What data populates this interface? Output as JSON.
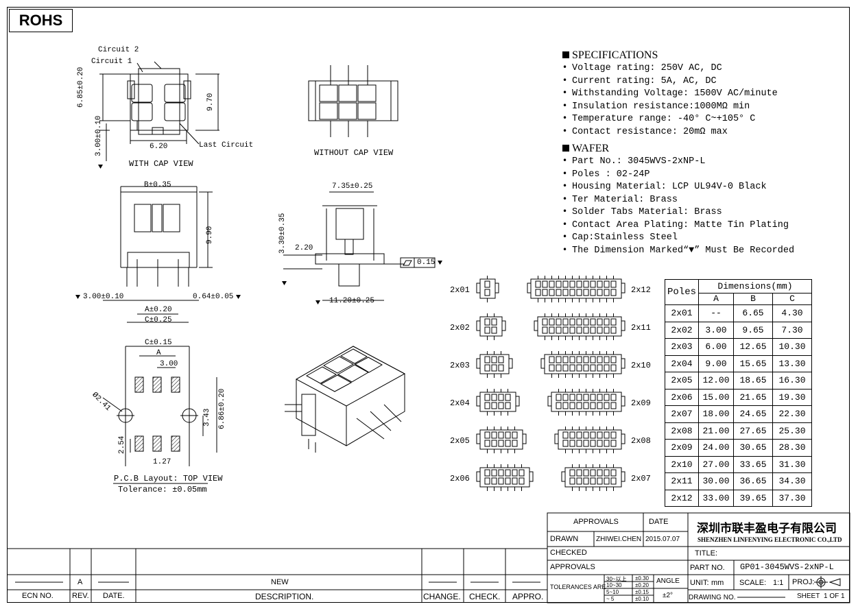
{
  "rohs": "ROHS",
  "views": {
    "circuit2": "Circuit 2",
    "circuit1": "Circuit 1",
    "last_circuit": "Last Circuit",
    "with_cap": "WITH CAP VIEW",
    "without_cap": "WITHOUT CAP VIEW",
    "pcb_layout": "P.C.B Layout: TOP VIEW",
    "tolerance": "Tolerance: ±0.05mm"
  },
  "dims": {
    "d685": "6.85±0.20",
    "d970": "9.70",
    "d300_010_top": "3.00±0.10",
    "d620": "6.20",
    "b035": "B±0.35",
    "d990": "9.90",
    "d735": "7.35±0.25",
    "d330": "3.30±0.35",
    "d220": "2.20",
    "flat": "0.15",
    "d1120": "11.20±0.25",
    "d300_010": "3.00±0.10",
    "a020": "A±0.20",
    "c025": "C±0.25",
    "d064": "0.64±0.05",
    "c015": "C±0.15",
    "a": "A",
    "d300": "3.00",
    "phi241": "Ø2.41",
    "d343": "3.43",
    "d686": "6.86±0.20",
    "d254": "2.54",
    "d127": "1.27"
  },
  "specifications": {
    "title": "SPECIFICATIONS",
    "items": [
      "Voltage rating: 250V AC, DC",
      "Current rating: 5A, AC, DC",
      "Withstanding Voltage: 1500V AC/minute",
      "Insulation resistance:1000MΩ min",
      "Temperature range: -40° C~+105° C",
      "Contact resistance: 20mΩ max"
    ]
  },
  "wafer": {
    "title": "WAFER",
    "items": [
      "Part No.: 3045WVS-2xNP-L",
      "Poles : 02-24P",
      "Housing Material: LCP UL94V-0 Black",
      "Ter Material: Brass",
      "Solder Tabs Material: Brass",
      "Contact Area Plating: Matte Tin Plating",
      "Cap:Stainless Steel",
      "The Dimension Marked“▼” Must Be Recorded"
    ]
  },
  "variants_left": [
    "2x01",
    "2x02",
    "2x03",
    "2x04",
    "2x05",
    "2x06"
  ],
  "variants_right": [
    "2x12",
    "2x11",
    "2x10",
    "2x09",
    "2x08",
    "2x07"
  ],
  "dim_table": {
    "poles_header": "Poles",
    "dimensions_header": "Dimensions(mm)",
    "cols": [
      "A",
      "B",
      "C"
    ],
    "rows": [
      [
        "2x01",
        "--",
        "6.65",
        "4.30"
      ],
      [
        "2x02",
        "3.00",
        "9.65",
        "7.30"
      ],
      [
        "2x03",
        "6.00",
        "12.65",
        "10.30"
      ],
      [
        "2x04",
        "9.00",
        "15.65",
        "13.30"
      ],
      [
        "2x05",
        "12.00",
        "18.65",
        "16.30"
      ],
      [
        "2x06",
        "15.00",
        "21.65",
        "19.30"
      ],
      [
        "2x07",
        "18.00",
        "24.65",
        "22.30"
      ],
      [
        "2x08",
        "21.00",
        "27.65",
        "25.30"
      ],
      [
        "2x09",
        "24.00",
        "30.65",
        "28.30"
      ],
      [
        "2x10",
        "27.00",
        "33.65",
        "31.30"
      ],
      [
        "2x11",
        "30.00",
        "36.65",
        "34.30"
      ],
      [
        "2x12",
        "33.00",
        "39.65",
        "37.30"
      ]
    ]
  },
  "title_block": {
    "approvals": "APPROVALS",
    "date": "DATE",
    "drawn": "DRAWN",
    "drawn_by": "ZHIWEI.CHEN",
    "drawn_date": "2015.07.07",
    "checked": "CHECKED",
    "approvals2": "APPROVALS",
    "tolerances": "TOLERANCES ARE",
    "tol_ranges": [
      "30~以上",
      "10~30",
      "5~10",
      "~ 5"
    ],
    "tol_values": [
      "±0.30",
      "±0.20",
      "±0.15",
      "±0.10"
    ],
    "angle": "ANGLE",
    "angle_val": "±2°",
    "company_cn": "深圳市联丰盈电子有限公司",
    "company_en": "SHENZHEN LINFENYING ELECTRONIC CO.,LTD",
    "title_label": "TITLE:",
    "part_no_label": "PART NO.",
    "part_no": "GP01-3045WVS-2xNP-L",
    "unit_label": "UNIT:",
    "unit": "mm",
    "scale_label": "SCALE:",
    "scale": "1:1",
    "proj": "PROJ:",
    "drawing_no": "DRAWING NO.",
    "sheet": "SHEET",
    "sheet_val": "1 OF 1"
  },
  "revision_block": {
    "rev_value": "A",
    "new": "NEW",
    "headers": [
      "ECN NO.",
      "REV.",
      "DATE.",
      "DESCRIPTION.",
      "CHANGE.",
      "CHECK.",
      "APPRO."
    ]
  }
}
